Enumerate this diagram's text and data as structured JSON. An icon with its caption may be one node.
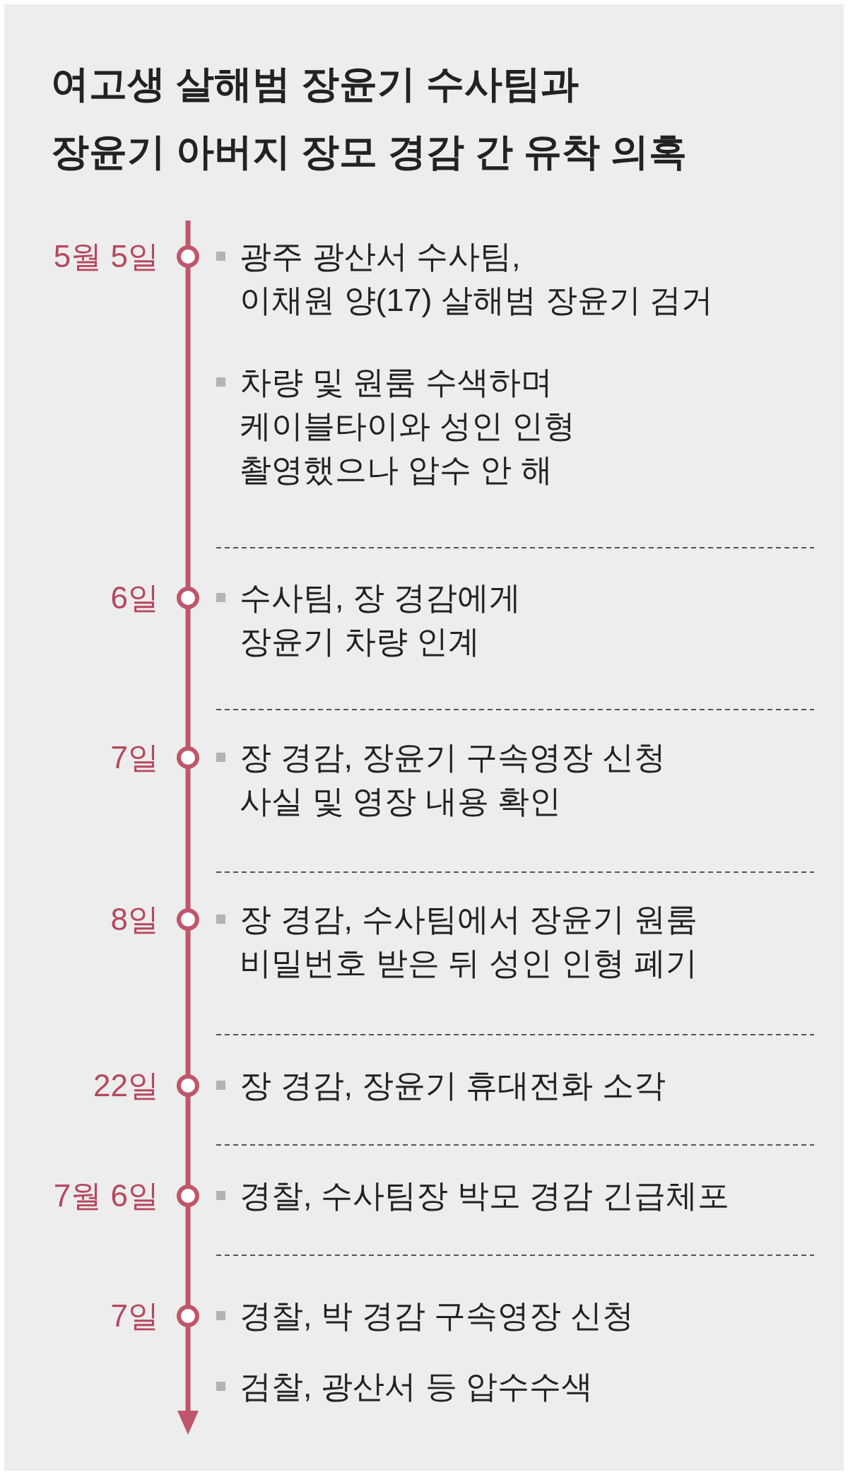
{
  "diagram": {
    "title": "여고생 살해범 장윤기 수사팀과 장윤기 아버지 장모 경감 간 유착 의혹",
    "labels": [
      "5월 5일",
      "광주 광산서 수사팀, 이채원 양(17) 살해범 장윤기 검거",
      "차량 및 원룸 수색하며 케이블타이와 성인 인형 촬영했으나 압수 안 해",
      "6일",
      "수사팀, 장 경감에게 장윤기 차량 인계",
      "7일",
      "장 경감, 장윤기 구속영장 신청 사실 및 영장 내용 확인",
      "8일",
      "장 경감, 수사팀에서 장윤기 원룸 비밀번호 받은 뒤 성인 인형 폐기",
      "22일",
      "장 경감, 장윤기 휴대전화 소각",
      "7월 6일",
      "경찰, 수사팀장 박모 경감 긴급체포",
      "7일",
      "경찰, 박 경감 구속영장 신청",
      "검찰, 광산서 등 압수수색"
    ]
  }
}
